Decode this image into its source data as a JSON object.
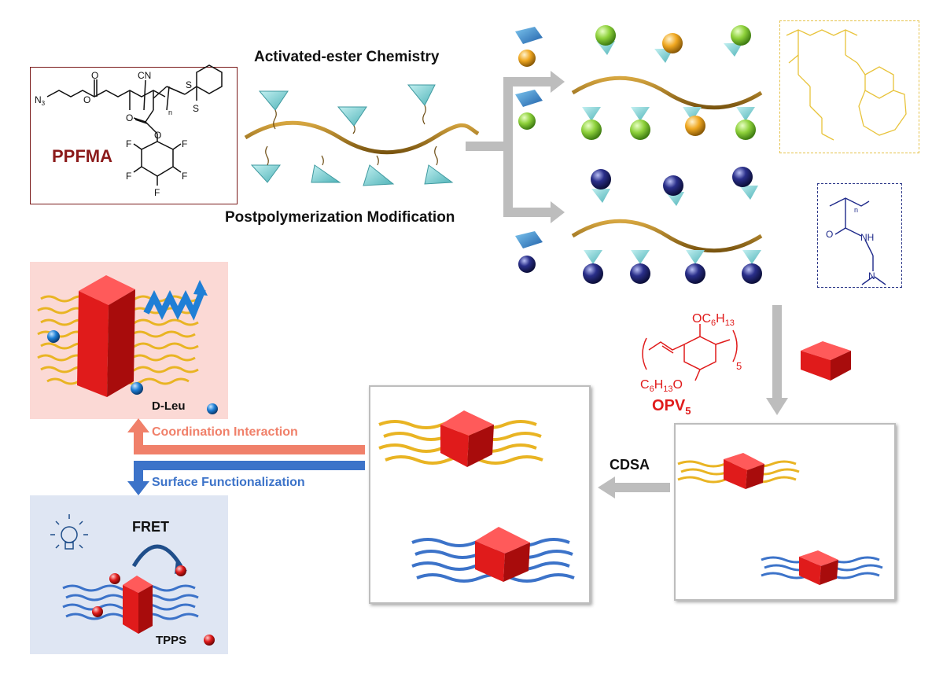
{
  "labels": {
    "ppfma": "PPFMA",
    "activated_ester": "Activated-ester Chemistry",
    "postpolymerization": "Postpolymerization Modification",
    "opv5_main": "OPV",
    "opv5_sub": "5",
    "cdsa": "CDSA",
    "coordination": "Coordination Interaction",
    "surface": "Surface Functionalization",
    "d_leu": "D-Leu",
    "fret": "FRET",
    "tpps": "TPPS"
  },
  "chem": {
    "n3": "N",
    "n3_sub": "3",
    "cn": "CN",
    "s": "S",
    "n_sub": "n",
    "f": "F",
    "o": "O",
    "nh": "NH",
    "n": "N",
    "hex_top": "OC",
    "hex_top_sub1": "6",
    "hex_top_mid": "H",
    "hex_top_sub2": "13",
    "hex_bot": "C",
    "hex_bot_sub1": "6",
    "hex_bot_mid": "H",
    "hex_bot_sub2": "13",
    "hex_bot_o": "O",
    "five": "5"
  },
  "colors": {
    "ppfma_red": "#8b1a1a",
    "chain_gold": "#b8861b",
    "wedge_teal": "#7fd3d6",
    "sphere_green": "#8ed13b",
    "sphere_orange": "#f0a821",
    "sphere_navy": "#2a2f8a",
    "opv_red": "#e8201c",
    "arrow_gray": "#b3b3b3",
    "coord_salmon": "#f0806a",
    "surface_blue": "#3c73c9",
    "pink_panel": "#fbd9d5",
    "blue_panel": "#dfe6f3"
  }
}
